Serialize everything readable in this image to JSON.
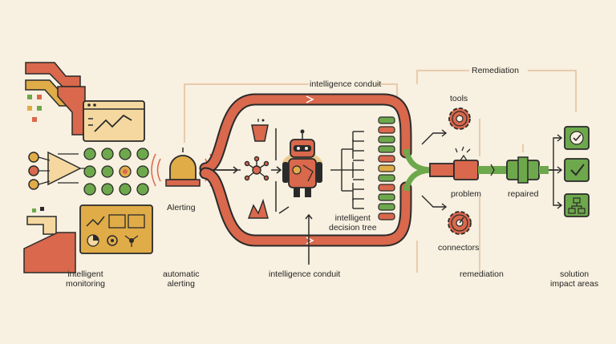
{
  "labels": {
    "remediation_top": "Remediation",
    "intelligence_conduit_top": "intelligence conduit",
    "tools": "tools",
    "alerting": "Alerting",
    "intelligent_decision_tree": [
      "intelligent",
      "decision tree"
    ],
    "problem": "problem",
    "repaired": "repaired",
    "connectors": "connectors",
    "intelligent_monitoring": [
      "intelligent",
      "monitoring"
    ],
    "automatic_alerting": [
      "automatic",
      "alerting"
    ],
    "intelligence_conduit_bottom": "intelligence conduit",
    "remediation_bottom": "remediation",
    "solution_impact_areas": [
      "solution",
      "impact areas"
    ]
  },
  "colors": {
    "background": "#f8f0e0",
    "coral": "#d9684c",
    "green": "#6ea84c",
    "mustard": "#e0ac48",
    "outline": "#2a2a2a",
    "thin_line": "#e2bf9a"
  },
  "icons": [
    "chart-window-icon",
    "network-funnel-icon",
    "status-dot-grid-icon",
    "analytics-board-icon",
    "alarm-siren-icon",
    "flask-icon",
    "hub-node-icon",
    "pulse-chart-icon",
    "robot-icon",
    "decision-tree-icon",
    "gear-tools-icon",
    "gear-connectors-icon",
    "broken-pipe-icon",
    "repaired-pipe-icon",
    "check-shield-icon",
    "check-box-icon",
    "hierarchy-icon"
  ]
}
